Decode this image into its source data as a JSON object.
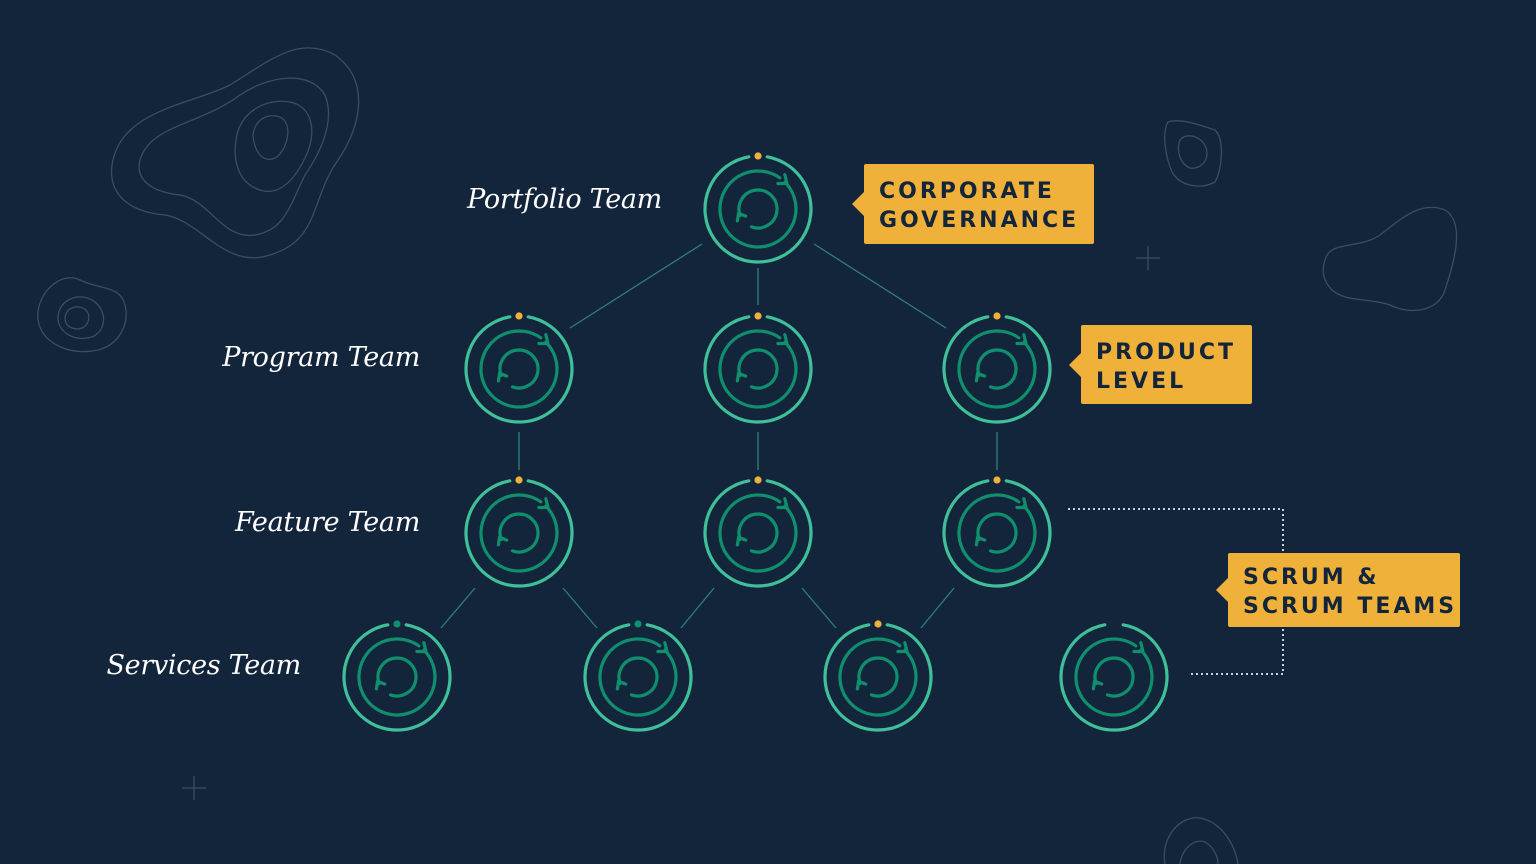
{
  "labels": {
    "portfolio": "Portfolio Team",
    "program": "Program Team",
    "feature": "Feature Team",
    "services": "Services Team"
  },
  "callouts": {
    "corporate": {
      "line1": "CORPORATE",
      "line2": "GOVERNANCE"
    },
    "product": {
      "line1": "PRODUCT",
      "line2": "LEVEL"
    },
    "scrum": {
      "line1": "SCRUM &",
      "line2": "SCRUM TEAMS"
    }
  },
  "colors": {
    "background": "#13253a",
    "ring_light": "#3fc09a",
    "ring_dark": "#0f8f6e",
    "accent": "#f0b13b",
    "connector": "#2f7f7a",
    "decoration": "#3b4d63"
  },
  "icons": {
    "team_node": "cycle-icon"
  }
}
